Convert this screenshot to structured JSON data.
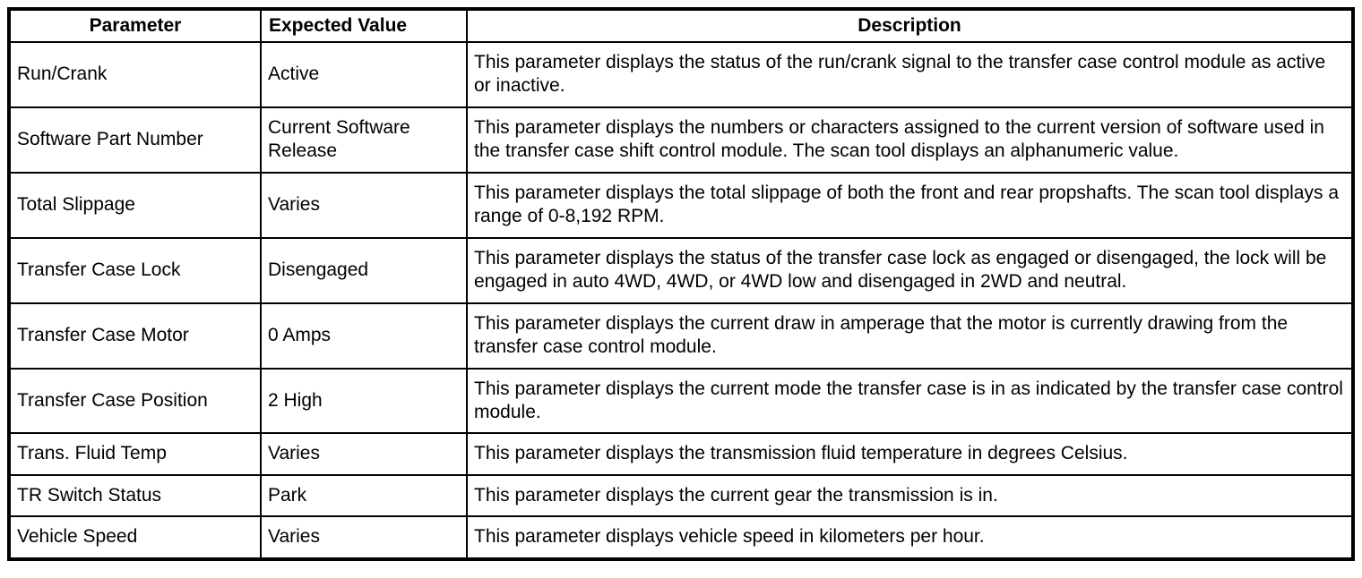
{
  "table": {
    "headers": {
      "parameter": "Parameter",
      "expected_value": "Expected Value",
      "description": "Description"
    },
    "rows": [
      {
        "parameter": "Run/Crank",
        "expected_value": "Active",
        "description": "This parameter displays the status of the run/crank signal to the transfer case control module as active or inactive."
      },
      {
        "parameter": "Software Part Number",
        "expected_value": "Current Software Release",
        "description": "This parameter displays the numbers or characters assigned to the current version of software used in the transfer case shift control module. The scan tool displays an alphanumeric value."
      },
      {
        "parameter": "Total Slippage",
        "expected_value": "Varies",
        "description": "This parameter displays the total slippage of both the front and rear propshafts. The scan tool displays a range of 0-8,192 RPM."
      },
      {
        "parameter": "Transfer Case Lock",
        "expected_value": "Disengaged",
        "description": "This parameter displays the status of the transfer case lock as engaged or disengaged, the lock will be engaged in auto 4WD, 4WD, or 4WD low and disengaged in 2WD and neutral."
      },
      {
        "parameter": "Transfer Case Motor",
        "expected_value": "0 Amps",
        "description": "This parameter displays the current draw in amperage that the motor is currently drawing from the transfer case control module."
      },
      {
        "parameter": "Transfer Case Position",
        "expected_value": "2 High",
        "description": "This parameter displays the current mode the transfer case is in as indicated by the transfer case control module."
      },
      {
        "parameter": "Trans. Fluid Temp",
        "expected_value": "Varies",
        "description": "This parameter displays the transmission fluid temperature in degrees Celsius."
      },
      {
        "parameter": "TR Switch Status",
        "expected_value": "Park",
        "description": "This parameter displays the current gear the transmission is in."
      },
      {
        "parameter": "Vehicle Speed",
        "expected_value": "Varies",
        "description": "This parameter displays vehicle speed in kilometers per hour."
      }
    ]
  }
}
